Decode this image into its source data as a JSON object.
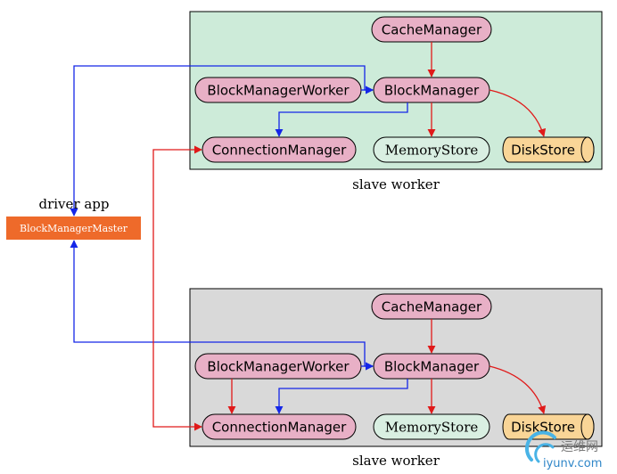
{
  "driver": {
    "label": "driver app",
    "master": "BlockManagerMaster"
  },
  "workers": [
    {
      "caption": "slave worker",
      "panel_color": "#cdebd9",
      "cache_manager": "CacheManager",
      "block_manager_worker": "BlockManagerWorker",
      "block_manager": "BlockManager",
      "connection_manager": "ConnectionManager",
      "memory_store": "MemoryStore",
      "disk_store": "DiskStore"
    },
    {
      "caption": "slave worker",
      "panel_color": "#d9d9d9",
      "cache_manager": "CacheManager",
      "block_manager_worker": "BlockManagerWorker",
      "block_manager": "BlockManager",
      "connection_manager": "ConnectionManager",
      "memory_store": "MemoryStore",
      "disk_store": "DiskStore"
    }
  ],
  "watermark": {
    "cn": "运维网",
    "en": "iyunv.com"
  },
  "colors": {
    "node_pink": "#e8b0c6",
    "memory_green": "#d9efe2",
    "disk_orange": "#f9d597",
    "master_orange": "#ee6a2a",
    "arrow_red": "#e01a1a",
    "arrow_blue": "#1426e8"
  }
}
